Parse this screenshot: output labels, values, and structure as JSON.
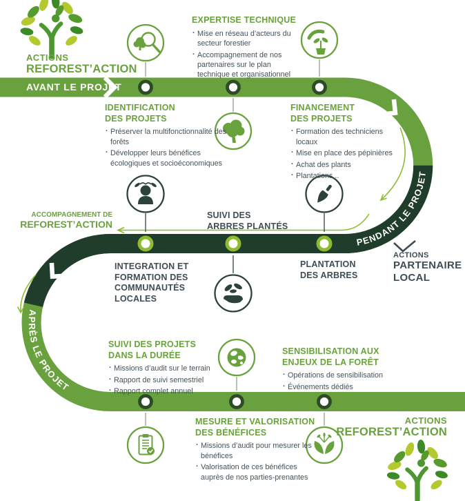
{
  "brand_top": {
    "line1": "ACTIONS",
    "line2": "REFOREST’ACTION"
  },
  "brand_bottom": {
    "line1": "ACTIONS",
    "line2": "REFOREST’ACTION"
  },
  "timeline": {
    "before": "AVANT LE PROJET",
    "during": "PENDANT LE PROJET",
    "after": "APRÈS LE PROJET"
  },
  "labels": {
    "accompagnement": {
      "line1": "ACCOMPAGNEMENT DE",
      "line2": "REFOREST’ACTION"
    },
    "partner": {
      "line1": "ACTIONS",
      "line2": "PARTENAIRE",
      "line3": "LOCAL"
    }
  },
  "sections": {
    "expertise": {
      "heading": "EXPERTISE TECHNIQUE",
      "bullets": [
        "Mise en réseau d’acteurs du secteur forestier",
        "Accompagnement de nos partenaires sur le plan technique et organisationnel"
      ]
    },
    "identification": {
      "heading": "IDENTIFICATION\nDES PROJETS",
      "bullets": [
        "Préserver la multifonctionnalité des forêts",
        "Développer leurs bénéfices écologiques et socioéconomiques"
      ]
    },
    "financement": {
      "heading": "FINANCEMENT\nDES PROJETS",
      "bullets": [
        "Formation des techniciens locaux",
        "Mise en place des pépinières",
        "Achat des plants",
        "Plantations..."
      ]
    },
    "suivi_arbres": {
      "heading": "SUIVI DES\nARBRES PLANTÉS"
    },
    "integration": {
      "heading": "INTEGRATION ET\nFORMATION DES\nCOMMUNAUTÉS\nLOCALES"
    },
    "plantation": {
      "heading": "PLANTATION\nDES ARBRES"
    },
    "suivi_projets": {
      "heading": "SUIVI DES PROJETS\nDANS LA DURÉE",
      "bullets": [
        "Missions d’audit sur le terrain",
        "Rapport de suivi semestriel",
        "Rapport complet annuel"
      ]
    },
    "sensibilisation": {
      "heading": "SENSIBILISATION AUX\nENJEUX DE LA FORÊT",
      "bullets": [
        "Opérations de sensibilisation",
        "Événements dédiés"
      ]
    },
    "mesure": {
      "heading": "MESURE ET VALORISATION\nDES BÉNÉFICES",
      "bullets": [
        "Missions d’audit pour mesurer les bénéfices",
        "Valorisation de ces bénéfices auprès de nos parties-prenantes"
      ]
    }
  },
  "icons": {
    "step_expertise": "magnifier-tree-icon",
    "step_financement": "hand-plant-icon",
    "step_identification": "tree-icon",
    "step_integration": "person-leaves-icon",
    "step_plantation": "trowel-icon",
    "step_suivi_arbres": "hand-leaves-icon",
    "step_sensibilisation": "globe-icon",
    "step_mesure": "clipboard-check-icon",
    "step_suivi_projets": "seedling-leaves-icon",
    "brand": "reforestaction-tree-logo"
  },
  "colors": {
    "band_green": "#6aa13f",
    "band_dark": "#203c2b",
    "node_ring_bright": "#8dbb31",
    "node_ring_dark": "#2e4b27",
    "heading_green": "#69a23d",
    "text_dark": "#3e4c53",
    "logo_yellow_green": "#b3c92e",
    "logo_mid_green": "#569b2d",
    "logo_dark_green": "#3c8a26"
  }
}
